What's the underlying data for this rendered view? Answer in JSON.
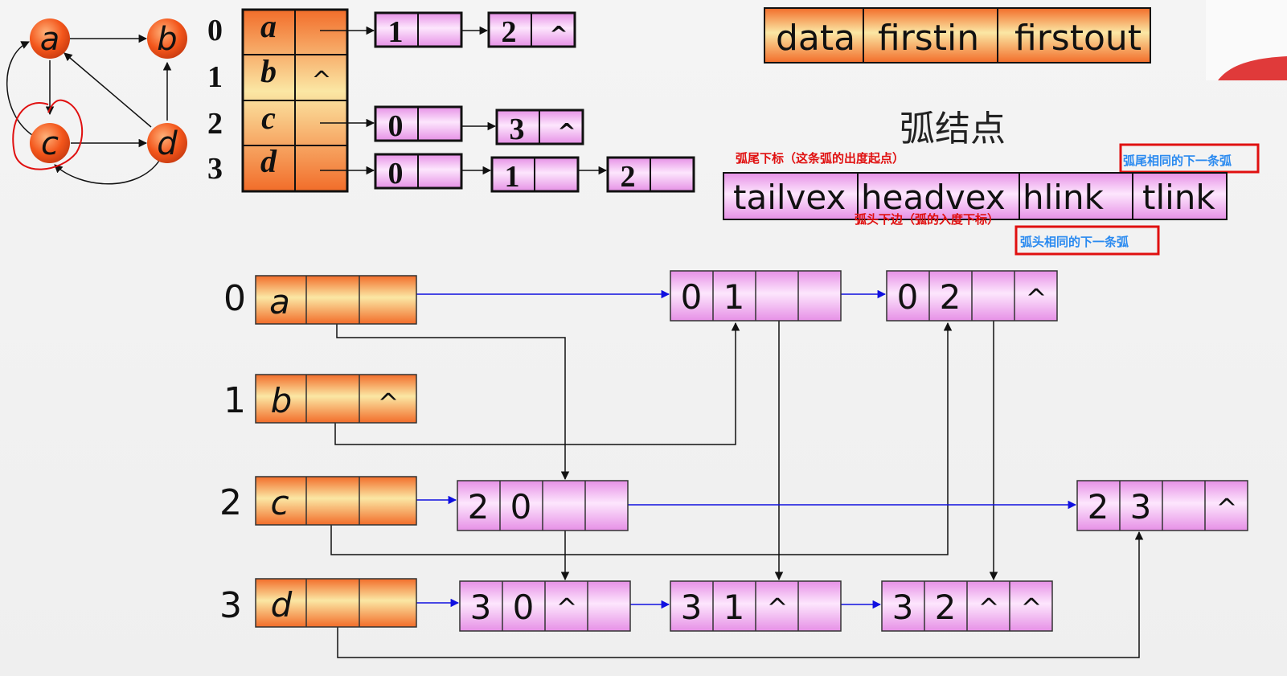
{
  "graph": {
    "nodes": [
      "a",
      "b",
      "c",
      "d"
    ],
    "edges": [
      [
        "a",
        "b"
      ],
      [
        "a",
        "c"
      ],
      [
        "c",
        "d"
      ],
      [
        "d",
        "a"
      ],
      [
        "d",
        "b"
      ],
      [
        "d",
        "c"
      ],
      [
        "c",
        "a"
      ]
    ]
  },
  "adjacency": {
    "indices": [
      "0",
      "1",
      "2",
      "3"
    ],
    "vertices": [
      "a",
      "b",
      "c",
      "d"
    ],
    "null_mark": "^",
    "lists": [
      [
        "1",
        "2"
      ],
      [],
      [
        "0",
        "3"
      ],
      [
        "0",
        "1",
        "2"
      ]
    ]
  },
  "vertex_node_format": {
    "fields": [
      "data",
      "firstin",
      "firstout"
    ]
  },
  "arc_node": {
    "title": "弧结点",
    "fields": [
      "tailvex",
      "headvex",
      "hlink",
      "tlink"
    ],
    "note_tailvex": "弧尾下标（这条弧的出度起点）",
    "note_headvex": "弧头下边（弧的入度下标）",
    "note_tlink": "弧尾相同的下一条弧",
    "note_hlink": "弧头相同的下一条弧"
  },
  "orthogonal_list": {
    "indices": [
      "0",
      "1",
      "2",
      "3"
    ],
    "vertices": [
      "a",
      "b",
      "c",
      "d"
    ],
    "null_mark": "^",
    "arcs": [
      {
        "tail": "0",
        "head": "1",
        "hlink": "",
        "tlink": ""
      },
      {
        "tail": "0",
        "head": "2",
        "hlink": "",
        "tlink": "^"
      },
      {
        "tail": "2",
        "head": "0",
        "hlink": "",
        "tlink": ""
      },
      {
        "tail": "2",
        "head": "3",
        "hlink": "",
        "tlink": "^"
      },
      {
        "tail": "3",
        "head": "0",
        "hlink": "^",
        "tlink": ""
      },
      {
        "tail": "3",
        "head": "1",
        "hlink": "^",
        "tlink": ""
      },
      {
        "tail": "3",
        "head": "2",
        "hlink": "^",
        "tlink": "^"
      }
    ]
  },
  "colors": {
    "vertex_fill": "#f36a2a",
    "orange_cell": "#f7b45a",
    "pink_cell": "#f2a6f2",
    "annotation_red": "#e01010",
    "annotation_blue": "#2a8af0",
    "pointer_blue": "#1010e0"
  }
}
